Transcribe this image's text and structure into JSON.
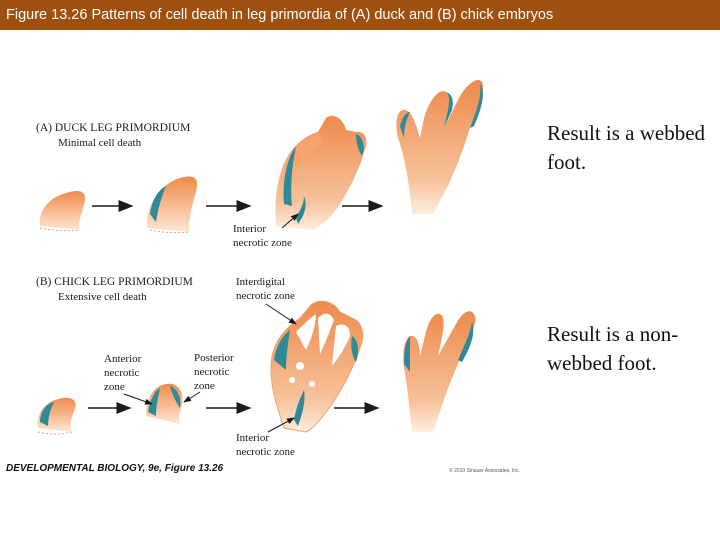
{
  "title": "Figure 13.26 Patterns of cell death in leg primordia of (A) duck and (B) chick embryos",
  "panel_a": {
    "heading": "(A) DUCK LEG PRIMORDIUM",
    "subheading": "Minimal cell death",
    "label_interior": [
      "Interior",
      "necrotic zone"
    ],
    "result": "Result is a webbed foot."
  },
  "panel_b": {
    "heading": "(B) CHICK LEG PRIMORDIUM",
    "subheading": "Extensive cell death",
    "label_interdigital": [
      "Interdigital",
      "necrotic zone"
    ],
    "label_anterior": [
      "Anterior",
      "necrotic",
      "zone"
    ],
    "label_posterior": [
      "Posterior",
      "necrotic",
      "zone"
    ],
    "label_interior": [
      "Interior",
      "necrotic zone"
    ],
    "result": "Result is a non-webbed foot."
  },
  "credit": "DEVELOPMENTAL BIOLOGY, 9e, Figure 13.26",
  "copyright": "© 2010 Sinauer Associates, Inc.",
  "colors": {
    "title_bar": "#a0500e",
    "tissue_orange": "#f08a4b",
    "tissue_light": "#fde3cc",
    "necrotic_teal": "#2e8a96"
  }
}
